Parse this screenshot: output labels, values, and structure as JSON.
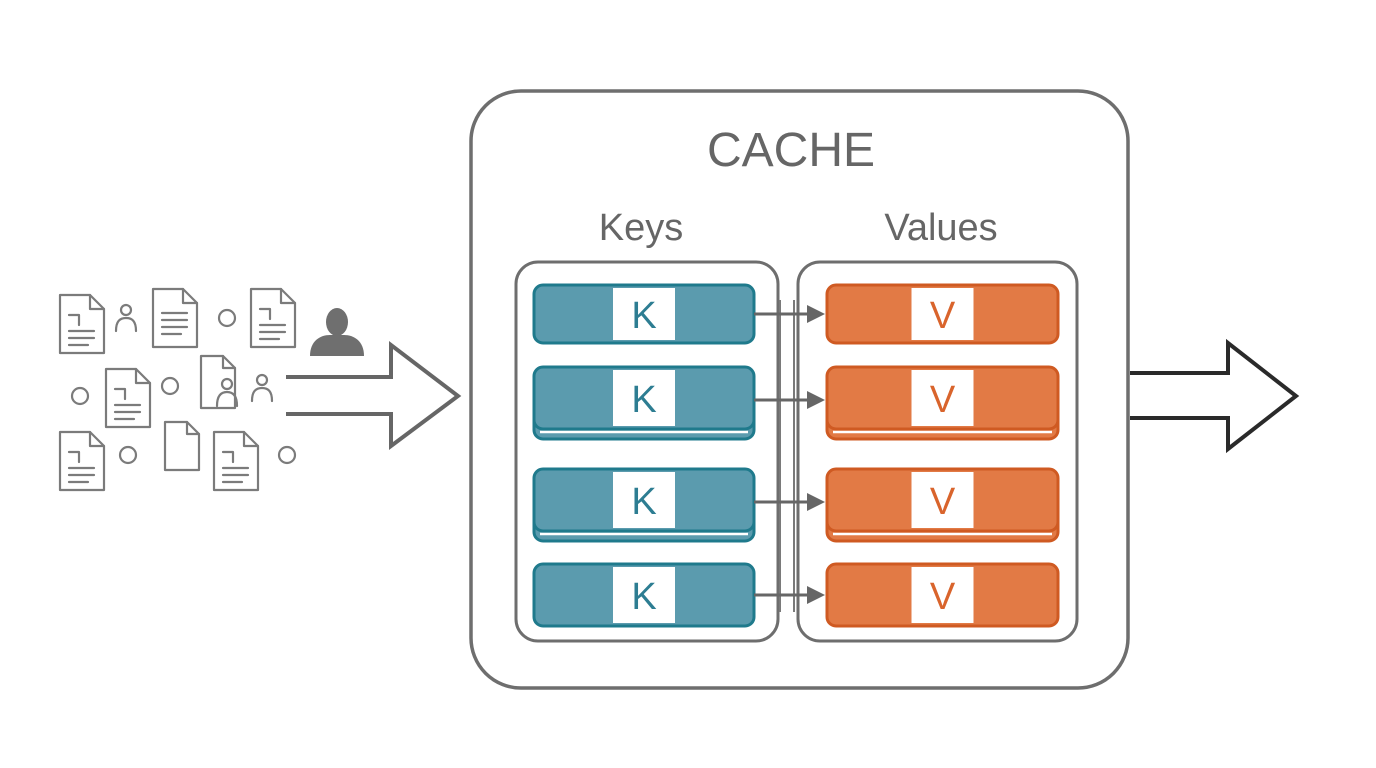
{
  "cache": {
    "title": "CACHE",
    "keys_header": "Keys",
    "values_header": "Values"
  },
  "keys": [
    "K",
    "K",
    "K",
    "K"
  ],
  "values": [
    "V",
    "V",
    "V",
    "V"
  ],
  "colors": {
    "outline": "#6e6e6e",
    "key_fill": "#5b9bae",
    "key_stroke": "#1f7a8c",
    "key_text": "#2d7d92",
    "value_fill": "#e27a45",
    "value_stroke": "#cf5a22",
    "value_text": "#d9642c",
    "connector": "#666666",
    "output_arrow": "#2a2a2a"
  },
  "icons": {
    "input": [
      "document-icon",
      "user-icon",
      "dot-icon",
      "person-silhouette-icon",
      "arrow-right-icon"
    ],
    "output": [
      "arrow-right-icon"
    ]
  }
}
